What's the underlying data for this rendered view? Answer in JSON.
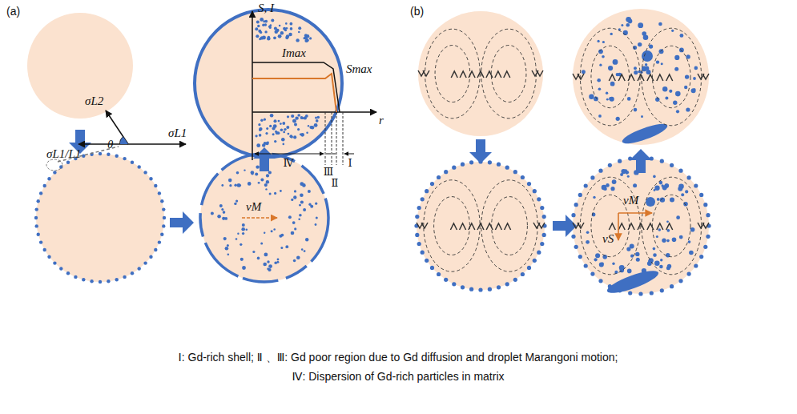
{
  "diagram": {
    "labels": [
      "(a)",
      "(b)",
      "S, I",
      "Imax",
      "Smax",
      "r",
      "σL2",
      "θ",
      "σL1/L1",
      "σL1",
      "Ⅳ",
      "Ⅲ",
      "Ⅱ",
      "Ⅰ",
      "vM",
      "vM",
      "vS",
      "Ⅰ: Gd-rich shell; Ⅱ 、Ⅲ: Gd poor region due to Gd diffusion and droplet Marangoni motion;",
      "Ⅳ: Dispersion of Gd-rich particles in matrix"
    ]
  }
}
